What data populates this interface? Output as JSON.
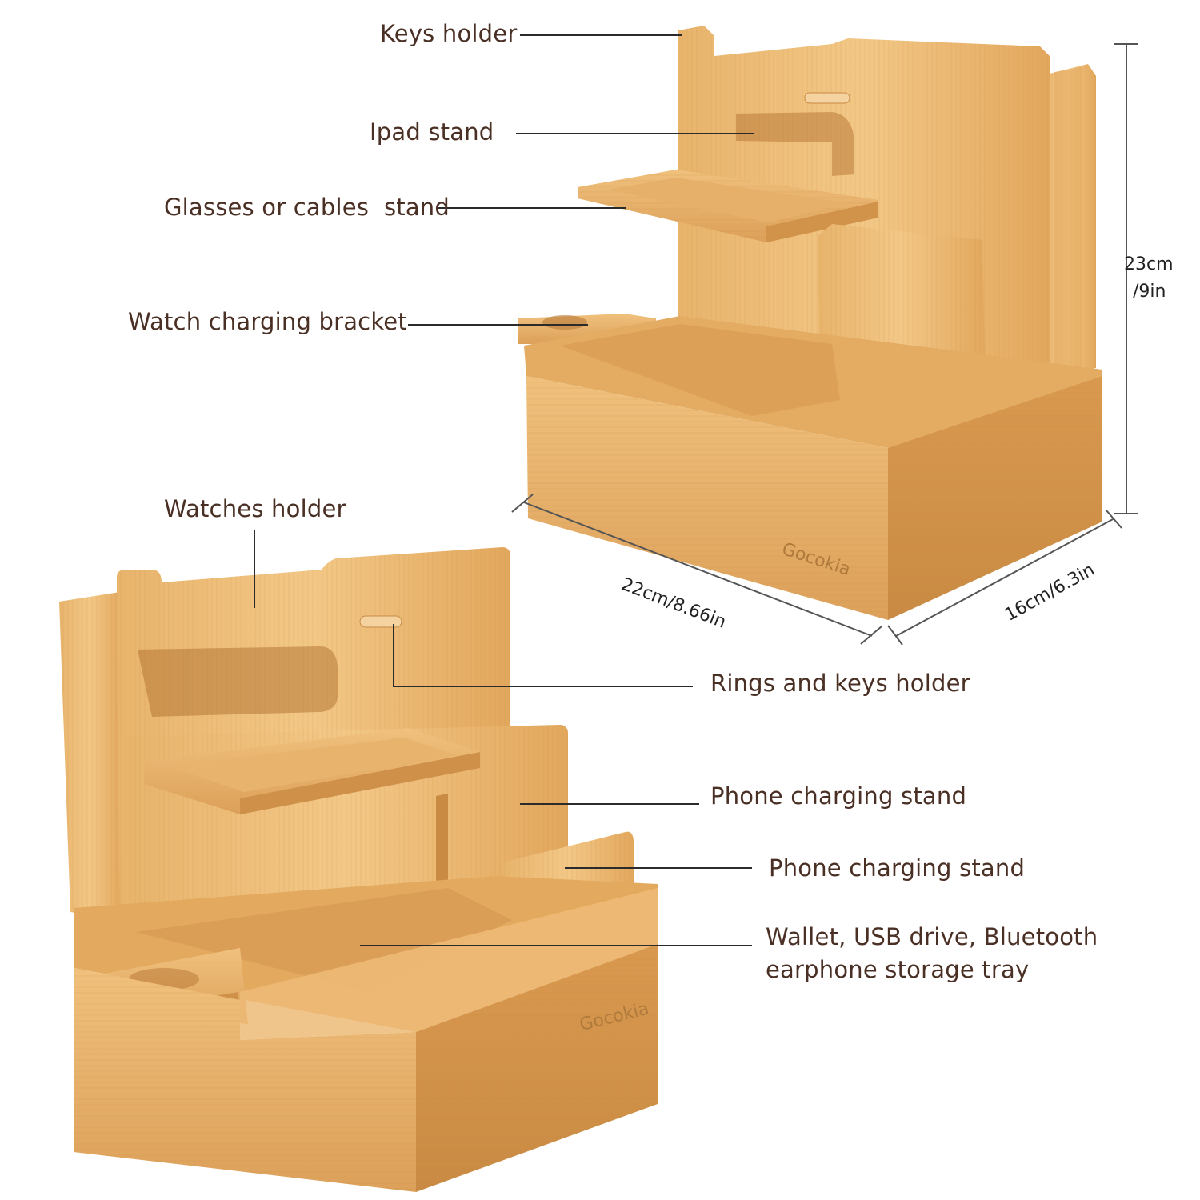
{
  "labels": {
    "keys_holder": "Keys holder",
    "ipad_stand": "Ipad stand",
    "glasses_stand": "Glasses or cables  stand",
    "watch_bracket": "Watch charging bracket",
    "watches_holder": "Watches holder",
    "rings_keys_holder": "Rings and keys holder",
    "phone_stand_1": "Phone charging stand",
    "phone_stand_2": "Phone charging stand",
    "tray_line1": "Wallet, USB drive, Bluetooth",
    "tray_line2": "earphone storage tray"
  },
  "dimensions": {
    "height_line1": "23cm",
    "height_line2": "/9in",
    "length": "22cm/8.66in",
    "width": "16cm/6.3in"
  },
  "brand": "Gocokia",
  "colors": {
    "text": "#4a2f24",
    "bamboo_light": "#f1c27f",
    "bamboo_mid": "#e2a85c",
    "bamboo_dark": "#c98a43",
    "leader_line": "#2b2b2b"
  }
}
